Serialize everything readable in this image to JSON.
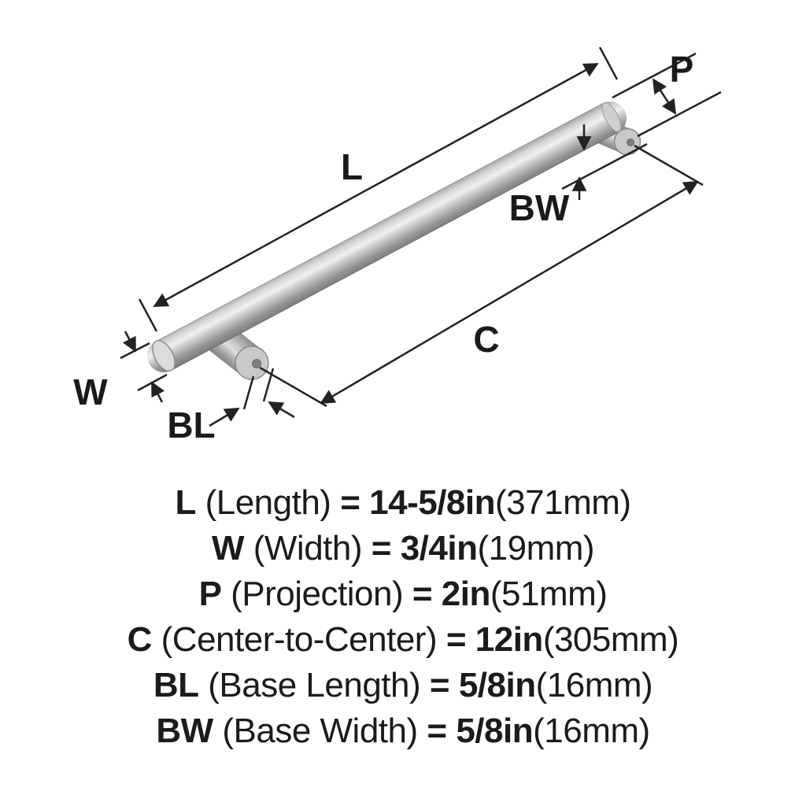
{
  "diagram": {
    "labels": {
      "l": "L",
      "p": "P",
      "bw": "BW",
      "c": "C",
      "w": "W",
      "bl": "BL"
    },
    "colors": {
      "line": "#222222",
      "metal_light": "#f0f0ee",
      "metal_mid": "#c9c9c7",
      "metal_dark": "#7f7f7d"
    }
  },
  "legend": {
    "equals": "=",
    "rows": [
      {
        "label": "L",
        "name": "(Length)",
        "value": "14-5/8in",
        "metric": "(371mm)"
      },
      {
        "label": "W",
        "name": "(Width)",
        "value": "3/4in",
        "metric": "(19mm)"
      },
      {
        "label": "P",
        "name": "(Projection)",
        "value": "2in",
        "metric": "(51mm)"
      },
      {
        "label": "C",
        "name": "(Center-to-Center)",
        "value": "12in",
        "metric": "(305mm)"
      },
      {
        "label": "BL",
        "name": "(Base Length)",
        "value": "5/8in",
        "metric": "(16mm)"
      },
      {
        "label": "BW",
        "name": "(Base Width)",
        "value": "5/8in",
        "metric": "(16mm)"
      }
    ]
  }
}
